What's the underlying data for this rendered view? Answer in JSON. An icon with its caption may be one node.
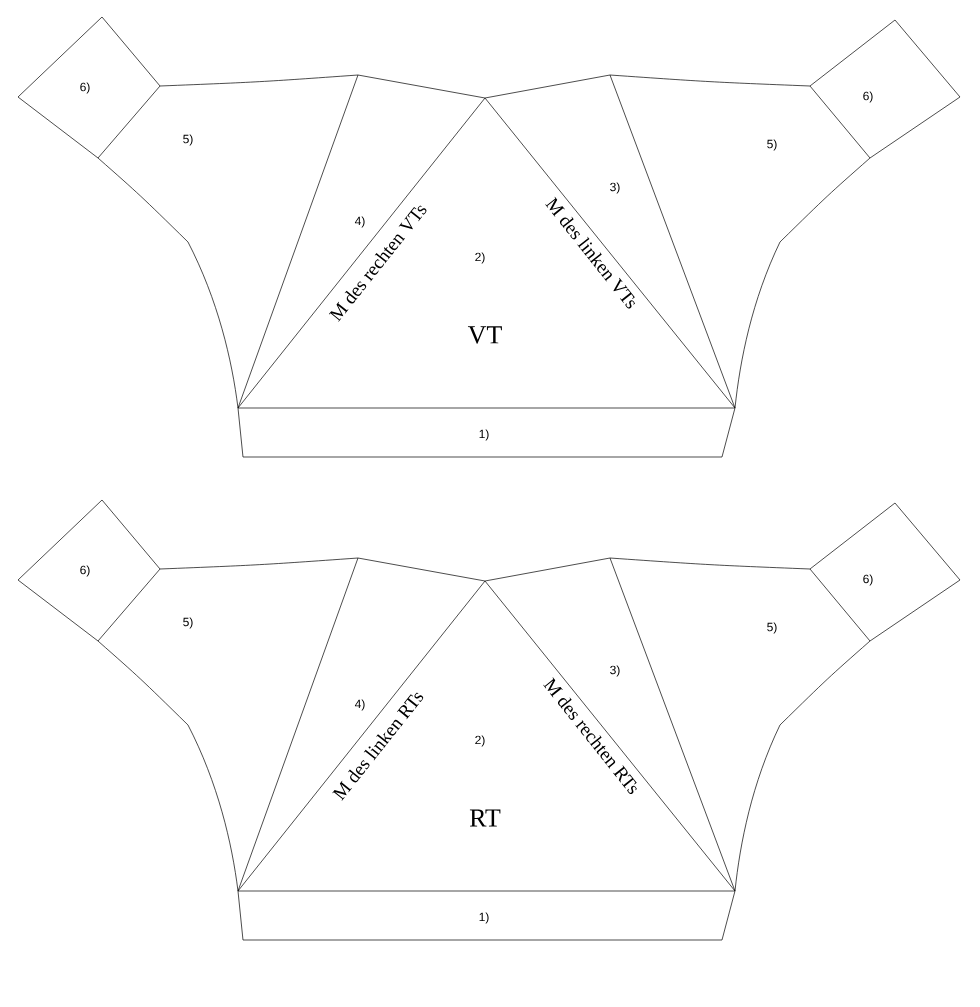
{
  "diagram": {
    "labels": [
      "6)",
      "6)",
      "5)",
      "5)",
      "4)",
      "3)",
      "M des rechten VTs",
      "M des linken VTs",
      "2)",
      "VT",
      "1)",
      "6)",
      "6)",
      "5)",
      "5)",
      "4)",
      "3)",
      "M des linken RTs",
      "M des rechten RTs",
      "2)",
      "RT",
      "1)"
    ]
  }
}
